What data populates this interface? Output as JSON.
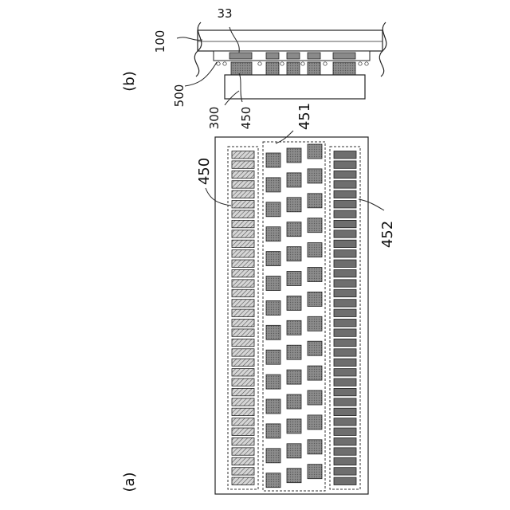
{
  "figure": {
    "label_a": "(a)",
    "label_b": "(b)",
    "ref_100": "100",
    "ref_33": "33",
    "ref_500": "500",
    "ref_300": "300",
    "ref_450_b": "450",
    "ref_451": "451",
    "ref_450_a": "450",
    "ref_452": "452"
  },
  "view_a": {
    "left_pad_count": 34,
    "middle_columns": 3,
    "middle_rows": 14,
    "right_pad_count": 34
  },
  "colors": {
    "line": "#222222",
    "pad_dark": "#6b6b6b",
    "pad_mid": "#8a8a8a",
    "pad_hatched_bg": "#d0d0d0"
  }
}
